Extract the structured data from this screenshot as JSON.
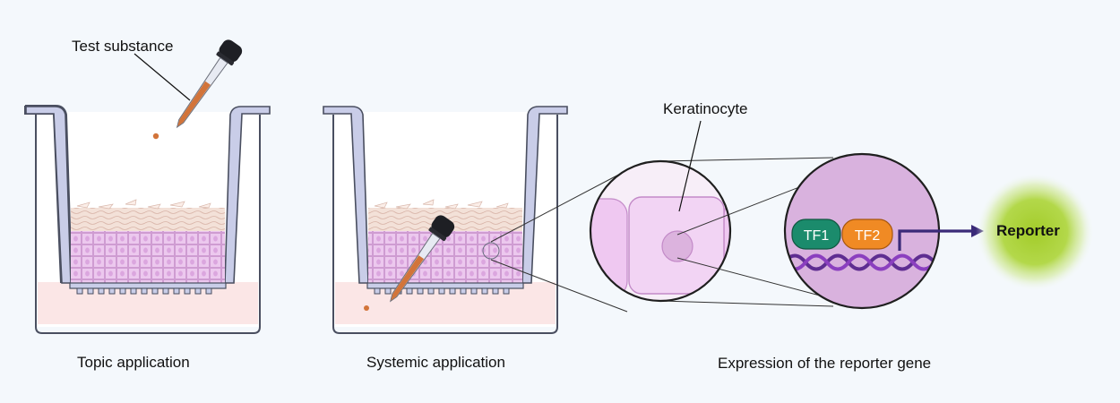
{
  "labels": {
    "test_substance": "Test substance",
    "topic_application": "Topic application",
    "systemic_application": "Systemic application",
    "keratinocyte": "Keratinocyte",
    "expression": "Expression of the reporter gene",
    "reporter": "Reporter",
    "tf1": "TF1",
    "tf2": "TF2"
  },
  "colors": {
    "background": "#f4f8fc",
    "well_wall": "#c9cde8",
    "well_outline": "#4a4f60",
    "medium": "#fbe8e8",
    "stratum_corneum": "#f1dcd2",
    "epidermis": "#ecc8ee",
    "keratinocyte": "#f2d4f4",
    "nucleus_circle": "#dcb3de",
    "tf1": "#1b8b6c",
    "tf2": "#f08a24",
    "dna_strand_a": "#5e2d91",
    "dna_strand_b": "#8b3fbf",
    "promoter_arrow": "#3a2a78",
    "reporter_glow": "#a9d13a",
    "dropper_liquid": "#d2743a"
  },
  "icons": {
    "dropper_1": "pipette-icon",
    "dropper_2": "pipette-icon",
    "zoom_1": "magnifier-circle",
    "zoom_2": "magnifier-circle"
  }
}
